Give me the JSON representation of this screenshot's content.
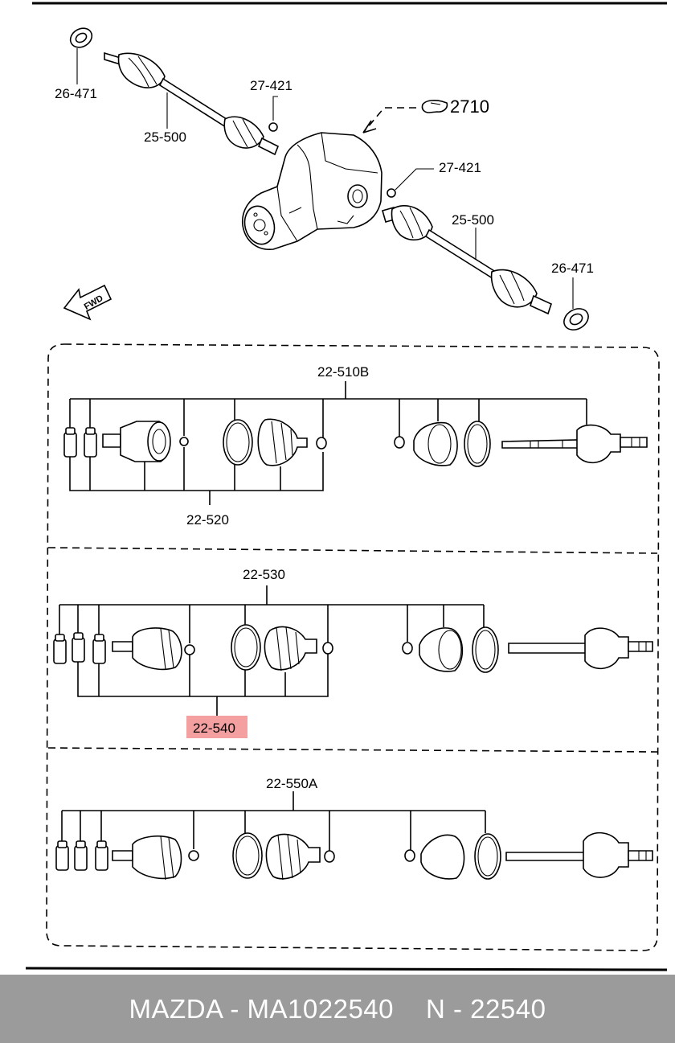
{
  "header_labels": {
    "assembly": "2710",
    "seal_left": "26-471",
    "seal_right": "26-471",
    "shaft_left": "25-500",
    "shaft_right": "25-500",
    "clip_left": "27-421",
    "clip_right": "27-421",
    "fwd": "FWD"
  },
  "kits": {
    "group1_top": "22-510B",
    "group1_bottom": "22-520",
    "group2_top": "22-530",
    "group2_bottom": "22-540",
    "group3_top": "22-550A"
  },
  "highlight_color": "#f4a0a0",
  "footer": {
    "brand": "MAZDA - MA1022540",
    "code": "N - 22540"
  }
}
